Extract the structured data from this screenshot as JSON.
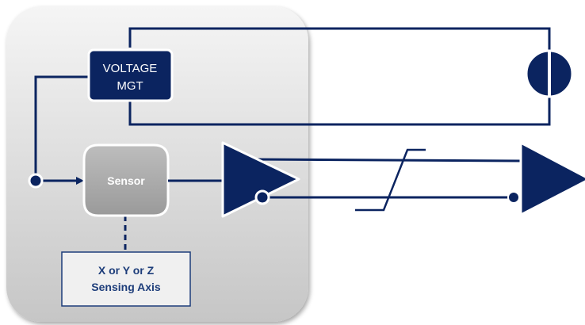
{
  "diagram": {
    "voltage_block": {
      "line1": "VOLTAGE",
      "line2": "MGT"
    },
    "sensor_block": {
      "label": "Sensor"
    },
    "axis_block": {
      "line1": "X or Y or Z",
      "line2": "Sensing Axis"
    },
    "colors": {
      "navy": "#0b2460",
      "module_panel_top": "#f4f4f4",
      "module_panel_bottom": "#c9c9c9",
      "sensor_fill": "#a8a8a8",
      "axis_text": "#1d3d7a"
    }
  }
}
